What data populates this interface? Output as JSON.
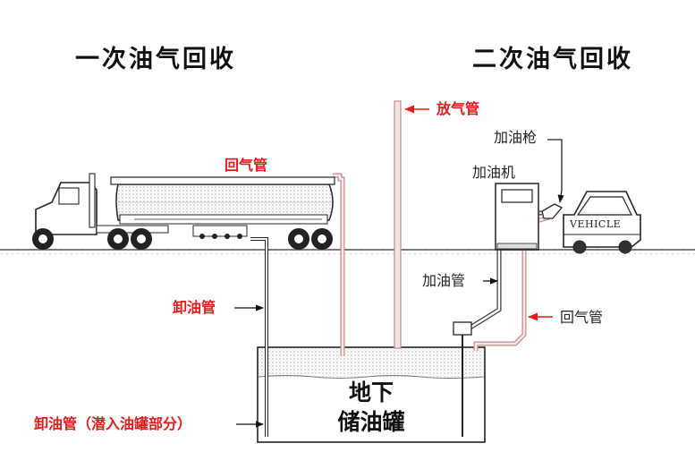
{
  "titles": {
    "primary": "一次油气回收",
    "secondary": "二次油气回收"
  },
  "labels": {
    "vent_pipe": "放气管",
    "nozzle": "加油枪",
    "dispenser": "加油机",
    "vapor_return_truck": "回气管",
    "unloading_pipe": "卸油管",
    "fuel_pipe": "加油管",
    "vapor_return_station": "回气管",
    "unloading_pipe_submerged": "卸油管（潜入油罐部分）"
  },
  "tank": {
    "line1": "地下",
    "line2": "储油罐"
  },
  "vehicle": {
    "text": "VEHICLE"
  },
  "colors": {
    "label_red": "#e11b1b",
    "pipe_pink": "#c98888",
    "ground": "#666666",
    "outline": "#222222"
  },
  "icons": {
    "arrow": "arrow-icon",
    "truck": "tanker-truck-icon",
    "car": "car-icon",
    "dispenser": "fuel-dispenser-icon"
  }
}
